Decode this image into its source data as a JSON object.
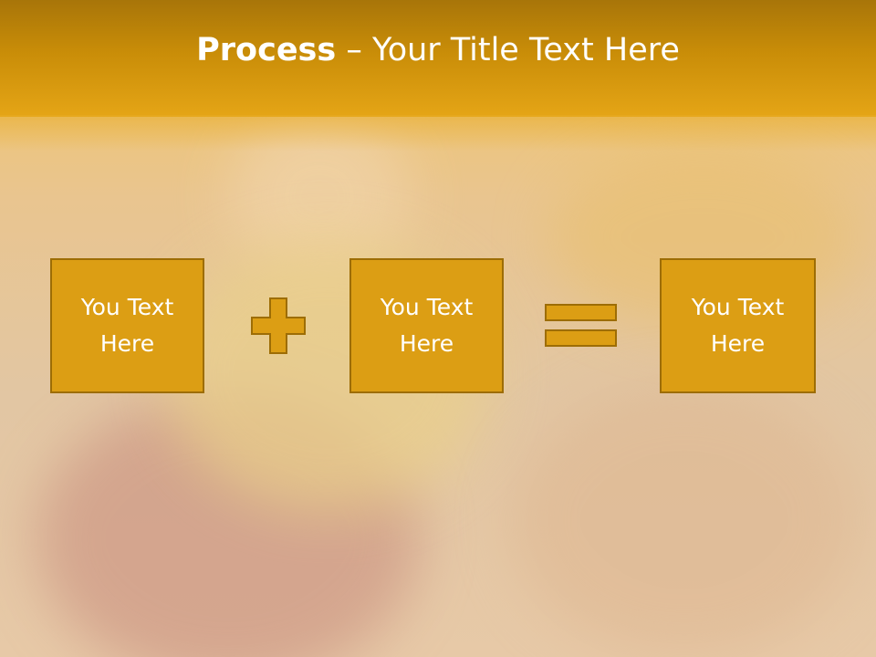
{
  "title": {
    "bold": "Process",
    "separator": " – ",
    "rest": "Your Title Text Here"
  },
  "boxes": [
    {
      "line1": "You Text",
      "line2": "Here"
    },
    {
      "line1": "You Text",
      "line2": "Here"
    },
    {
      "line1": "You Text",
      "line2": "Here"
    }
  ],
  "colors": {
    "title_bar": "#c98d08",
    "box_fill": "#dc9e14",
    "box_border": "#9d6d05",
    "text": "#ffffff"
  }
}
